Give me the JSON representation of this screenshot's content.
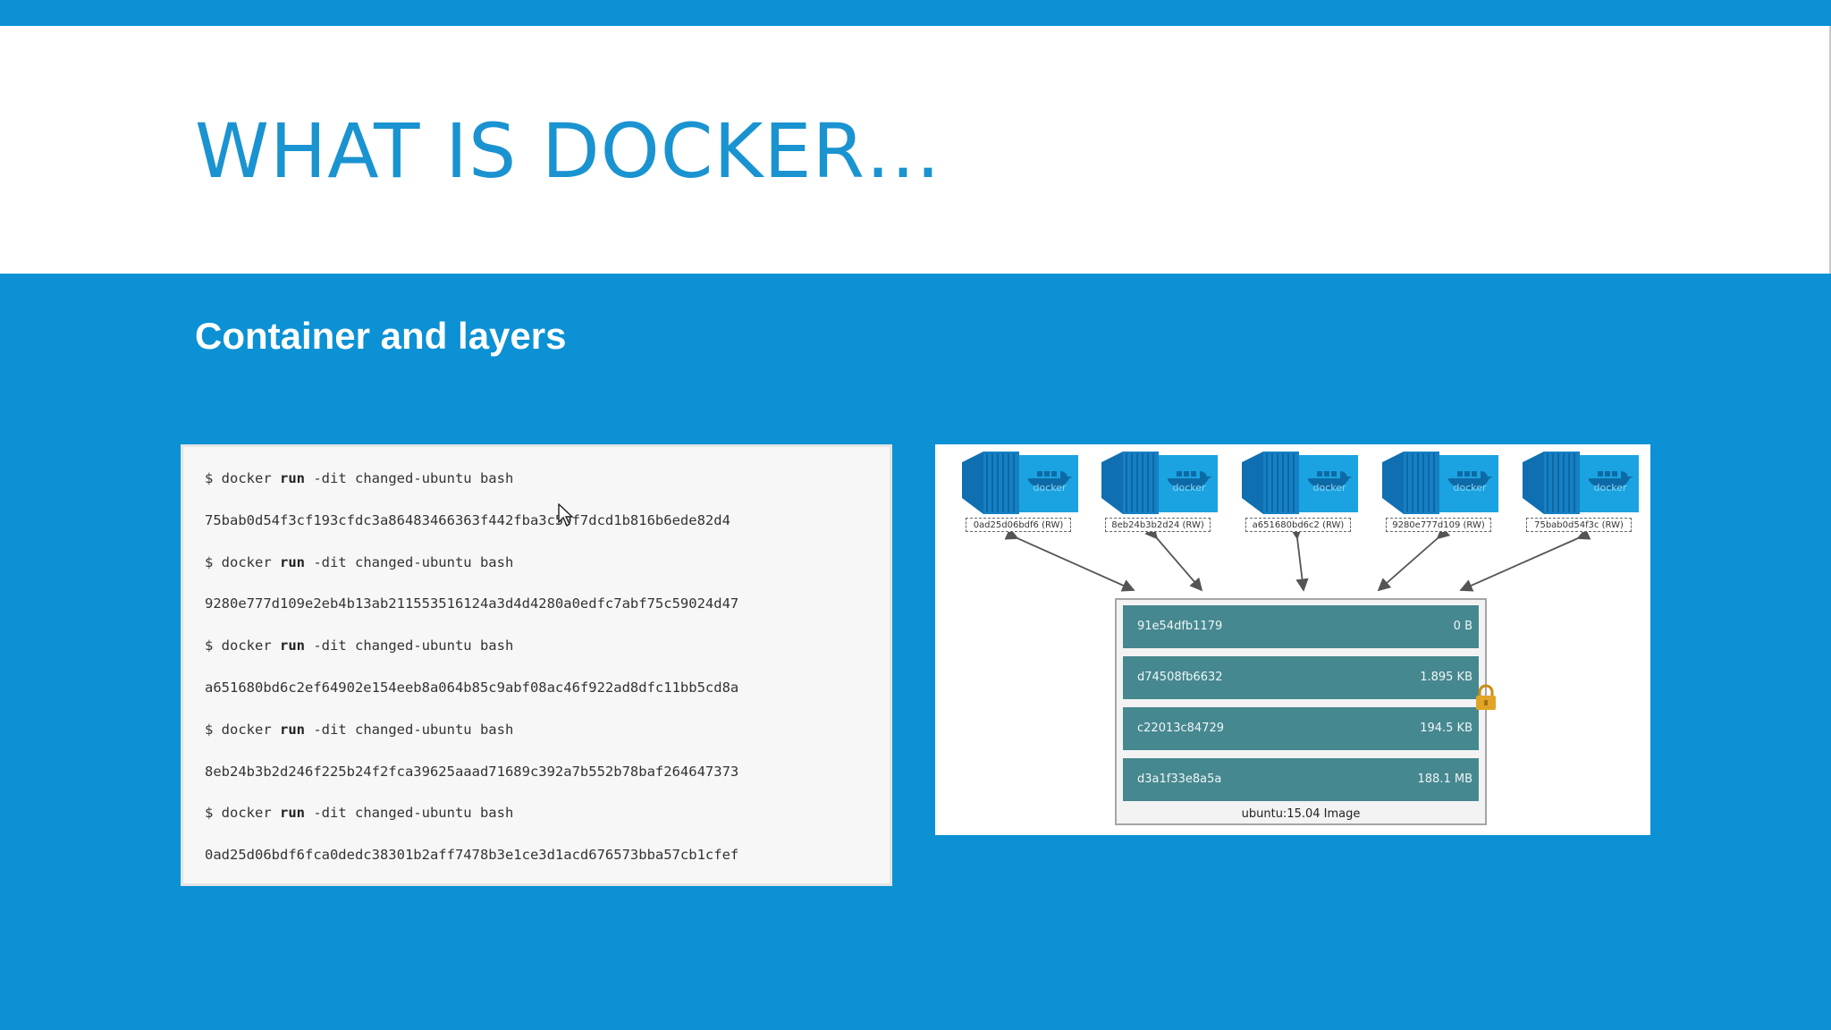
{
  "slide": {
    "title": "WHAT IS DOCKER…",
    "subtitle": "Container and layers"
  },
  "code": {
    "lines": [
      {
        "prompt": "$ docker ",
        "keyword": "run",
        "rest": " -dit changed-ubuntu bash"
      },
      {
        "text": "75bab0d54f3cf193cfdc3a86483466363f442fba3c59f7dcd1b816b6ede82d4"
      },
      {
        "prompt": "$ docker ",
        "keyword": "run",
        "rest": " -dit changed-ubuntu bash"
      },
      {
        "text": "9280e777d109e2eb4b13ab211553516124a3d4d4280a0edfc7abf75c59024d47"
      },
      {
        "prompt": "$ docker ",
        "keyword": "run",
        "rest": " -dit changed-ubuntu bash"
      },
      {
        "text": "a651680bd6c2ef64902e154eeb8a064b85c9abf08ac46f922ad8dfc11bb5cd8a"
      },
      {
        "prompt": "$ docker ",
        "keyword": "run",
        "rest": " -dit changed-ubuntu bash"
      },
      {
        "text": "8eb24b3b2d246f225b24f2fca39625aaad71689c392a7b552b78baf264647373"
      },
      {
        "prompt": "$ docker ",
        "keyword": "run",
        "rest": " -dit changed-ubuntu bash"
      },
      {
        "text": "0ad25d06bdf6fca0dedc38301b2aff7478b3e1ce3d1acd676573bba57cb1cfef"
      }
    ]
  },
  "diagram": {
    "containers": [
      {
        "label": "0ad25d06bdf6 (RW)",
        "logo": "docker"
      },
      {
        "label": "8eb24b3b2d24 (RW)",
        "logo": "docker"
      },
      {
        "label": "a651680bd6c2 (RW)",
        "logo": "docker"
      },
      {
        "label": "9280e777d109 (RW)",
        "logo": "docker"
      },
      {
        "label": "75bab0d54f3c (RW)",
        "logo": "docker"
      }
    ],
    "layers": [
      {
        "id": "91e54dfb1179",
        "size": "0 B"
      },
      {
        "id": "d74508fb6632",
        "size": "1.895 KB"
      },
      {
        "id": "c22013c84729",
        "size": "194.5 KB"
      },
      {
        "id": "d3a1f33e8a5a",
        "size": "188.1 MB"
      }
    ],
    "image_caption": "ubuntu:15.04 Image",
    "icons": [
      "container-icon",
      "lock-icon",
      "cursor-icon"
    ]
  },
  "colors": {
    "accent_blue": "#0b91d4",
    "title_blue": "#1a93d1",
    "layer_teal": "#46888f",
    "container_blue": "#1aa3e0",
    "lock_gold": "#e0a526"
  }
}
